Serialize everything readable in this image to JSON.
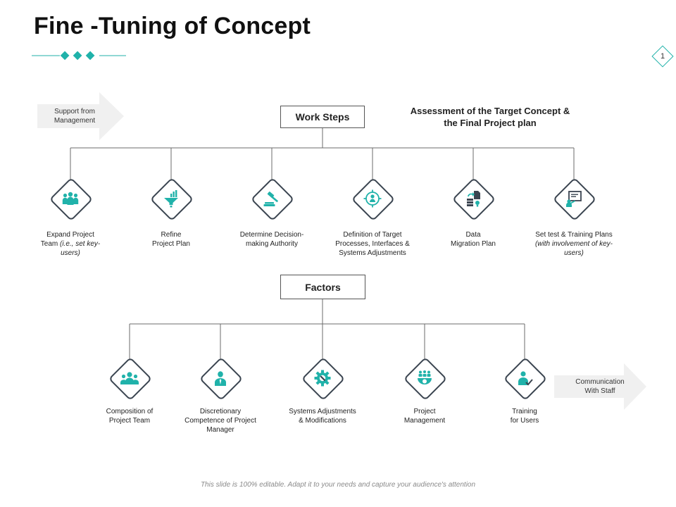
{
  "slide": {
    "title": "Fine -Tuning of Concept",
    "page_number": "1",
    "footer": "This slide is 100% editable. Adapt it to your needs and capture your audience's attention"
  },
  "colors": {
    "accent": "#20b2aa",
    "outline": "#3a4450",
    "arrow": "#f0f0f0"
  },
  "support_arrow": {
    "line1": "Support from",
    "line2": "Management"
  },
  "communication_arrow": {
    "line1": "Communication",
    "line2": "With Staff"
  },
  "work_steps": {
    "header": "Work Steps",
    "assessment_line1": "Assessment of the Target Concept &",
    "assessment_line2": "the Final Project plan",
    "items": [
      {
        "icon": "team-icon",
        "line1": "Expand Project",
        "line2": "Team",
        "line2_italic": " (i.e., set key-",
        "line3": "",
        "line3_italic": "users)"
      },
      {
        "icon": "funnel-chart-icon",
        "line1": "Refine",
        "line2": "Project Plan",
        "line2_italic": "",
        "line3": "",
        "line3_italic": ""
      },
      {
        "icon": "gavel-icon",
        "line1": "Determine Decision-",
        "line2": "making Authority",
        "line2_italic": "",
        "line3": "",
        "line3_italic": ""
      },
      {
        "icon": "target-user-icon",
        "line1": "Definition of Target",
        "line2": "Processes, Interfaces &",
        "line2_italic": "",
        "line3": "Systems Adjustments",
        "line3_italic": ""
      },
      {
        "icon": "data-migration-icon",
        "line1": "Data",
        "line2": "Migration Plan",
        "line2_italic": "",
        "line3": "",
        "line3_italic": ""
      },
      {
        "icon": "training-board-icon",
        "line1": "Set test & Training Plans",
        "line2": "",
        "line2_italic": "(with involvement of key-",
        "line3": "",
        "line3_italic": "users)"
      }
    ]
  },
  "factors": {
    "header": "Factors",
    "items": [
      {
        "icon": "group-icon",
        "line1": "Composition of",
        "line2": "Project Team",
        "line3": ""
      },
      {
        "icon": "manager-icon",
        "line1": "Discretionary",
        "line2": "Competence of Project",
        "line3": "Manager"
      },
      {
        "icon": "gear-wrench-icon",
        "line1": "Systems Adjustments",
        "line2": "& Modifications",
        "line3": ""
      },
      {
        "icon": "project-team-gear-icon",
        "line1": "Project",
        "line2": "Management",
        "line3": ""
      },
      {
        "icon": "trainer-icon",
        "line1": "Training",
        "line2": "for Users",
        "line3": ""
      }
    ]
  }
}
